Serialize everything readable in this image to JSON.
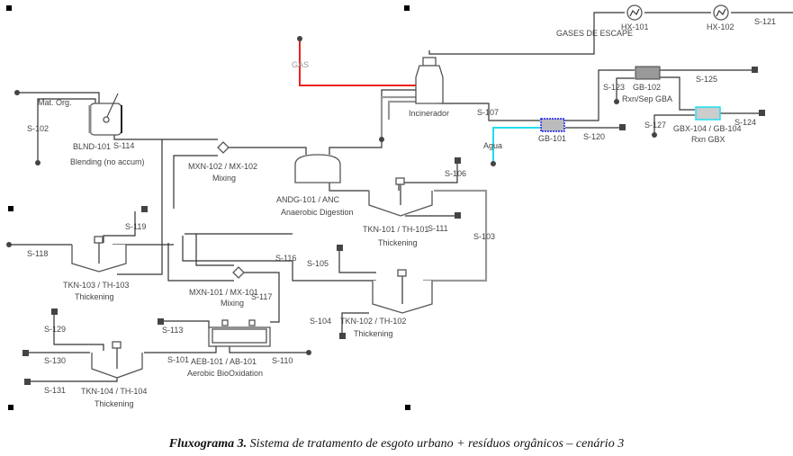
{
  "caption": {
    "label": "Fluxograma 3.",
    "text": " Sistema de tratamento  de esgoto urbano + resíduos orgânicos – cenário 3"
  },
  "units": {
    "blnd101": {
      "tag": "BLND-101",
      "desc": "Blending (no accum)"
    },
    "mxn102": {
      "tag": "MXN-102 / MX-102",
      "desc": "Mixing"
    },
    "andg101": {
      "tag": "ANDG-101 / ANC",
      "desc": "Anaerobic Digestion"
    },
    "incinerator": {
      "desc": "Incinerador"
    },
    "hx101": {
      "tag": "HX-101"
    },
    "hx102": {
      "tag": "HX-102"
    },
    "gb101": {
      "tag": "GB-101"
    },
    "gb102": {
      "tag": "GB-102",
      "desc": "Rxn/Sep GBA"
    },
    "gbx104": {
      "tag": "GBX-104 / GB-104",
      "desc": "Rxn GBX"
    },
    "tkn101": {
      "tag": "TKN-101 / TH-101",
      "desc": "Thickening"
    },
    "tkn102": {
      "tag": "TKN-102 / TH-102",
      "desc": "Thickening"
    },
    "tkn103": {
      "tag": "TKN-103 / TH-103",
      "desc": "Thickening"
    },
    "tkn104": {
      "tag": "TKN-104 / TH-104",
      "desc": "Thickening"
    },
    "mxn101": {
      "tag": "MXN-101 / MX-101",
      "desc": "Mixing"
    },
    "aeb101": {
      "tag": "AEB-101 / AB-101",
      "desc": "Aerobic BioOxidation"
    }
  },
  "streams": {
    "mat_org": "Mat. Org.",
    "s102": "S-102",
    "s114": "S-114",
    "gas": "GAS",
    "gases_escape": "GASES DE ESCAPE",
    "s121": "S-121",
    "s107": "S-107",
    "agua": "Agua",
    "s120": "S-120",
    "s123": "S-123",
    "s125": "S-125",
    "s127": "S-127",
    "s124": "S-124",
    "s106": "S-106",
    "s111": "S-111",
    "s103": "S-103",
    "s105": "S-105",
    "s116": "S-116",
    "s104": "S-104",
    "s118": "S-118",
    "s119": "S-119",
    "s117": "S-117",
    "s113": "S-113",
    "s101": "S-101",
    "s110": "S-110",
    "s129": "S-129",
    "s130": "S-130",
    "s131": "S-131"
  },
  "colors": {
    "gas_line": "#ee2222",
    "water_line": "#22ddee",
    "gb101_border": "#1a1aff"
  }
}
